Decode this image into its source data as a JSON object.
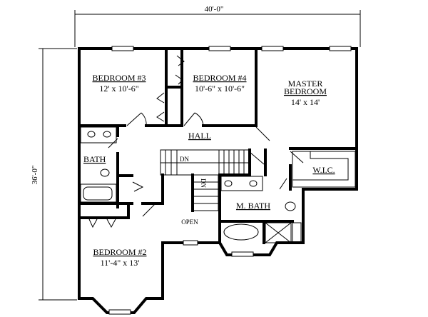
{
  "dimensions": {
    "width": "40'-0\"",
    "depth": "36'-0\""
  },
  "rooms": [
    {
      "name": "BEDROOM #3",
      "size": "12' x 10'-6\""
    },
    {
      "name": "BEDROOM #4",
      "size": "10'-6\" x 10'-6\""
    },
    {
      "name_line1": "MASTER",
      "name": "BEDROOM",
      "size": "14' x 14'"
    },
    {
      "name": "HALL"
    },
    {
      "name": "BATH"
    },
    {
      "name": "W.I.C."
    },
    {
      "name": "M. BATH"
    },
    {
      "name": "OPEN"
    },
    {
      "name": "BEDROOM #2",
      "size": "11'-4\" x 13'"
    }
  ],
  "stairs": {
    "label1": "DN",
    "label2": "DN"
  }
}
